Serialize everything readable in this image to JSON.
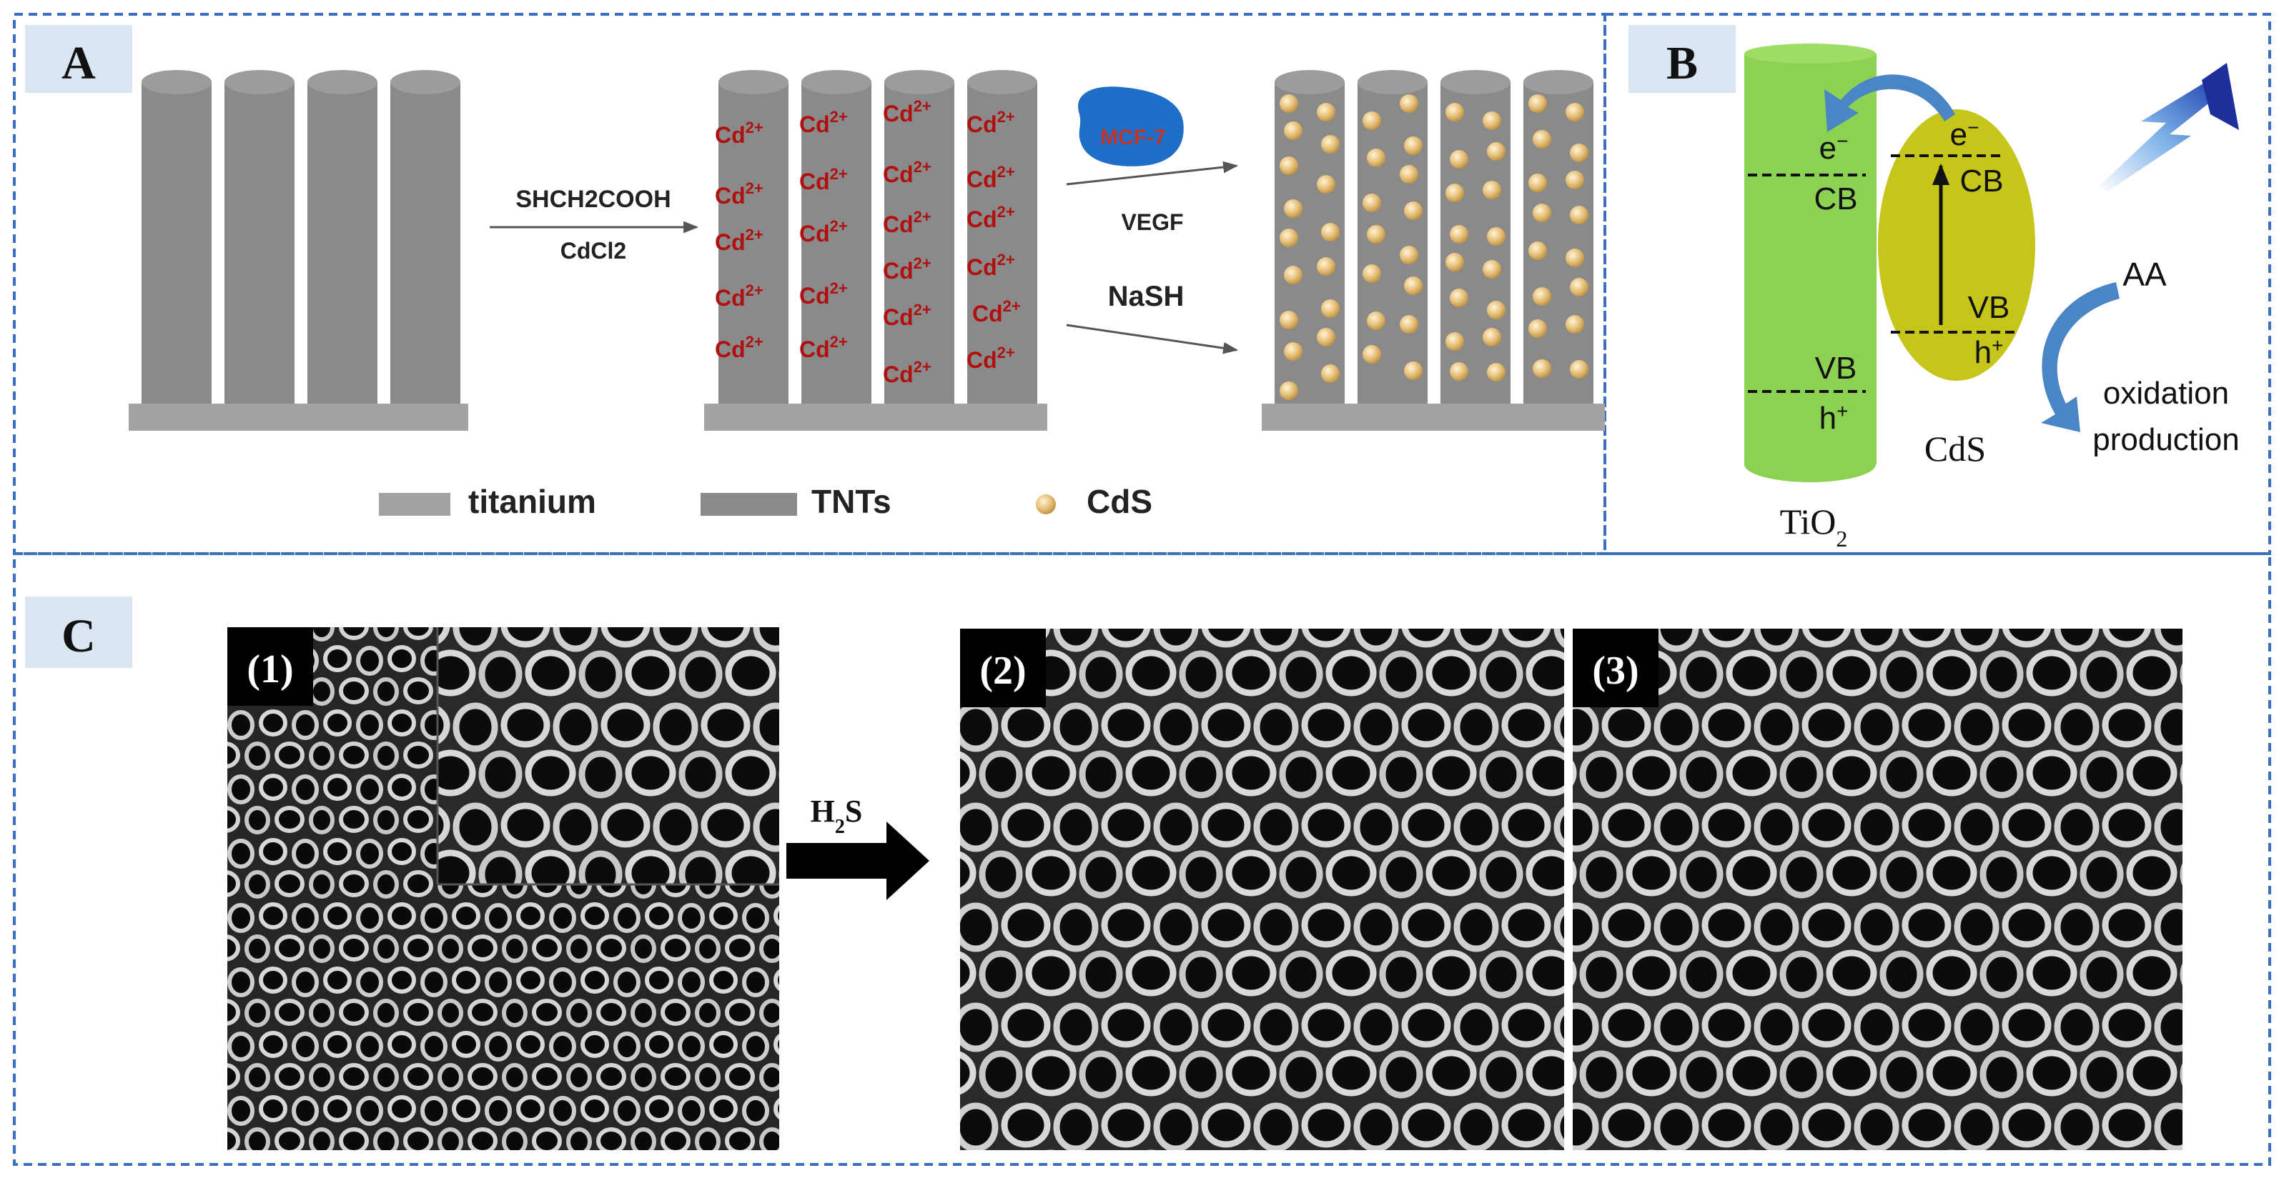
{
  "panels": {
    "a": {
      "label": "A",
      "reagents_top": "SHCH2COOH",
      "reagents_bottom": "CdCl2",
      "cd_ion": "Cd",
      "cd_charge": "2+",
      "cell_label": "MCF-7",
      "vegf": "VEGF",
      "nash": "NaSH",
      "legend": [
        {
          "label": "titanium",
          "symbol": "titanium-bar"
        },
        {
          "label": "TNTs",
          "symbol": "tnt-bar"
        },
        {
          "label": "CdS",
          "symbol": "cds-particle"
        }
      ]
    },
    "b": {
      "label": "B",
      "tio2_e": "e",
      "tio2_cb": "CB",
      "tio2_vb": "VB",
      "tio2_h": "h",
      "cds_e": "e",
      "cds_cb": "CB",
      "cds_vb": "VB",
      "cds_h": "h",
      "minus": "−",
      "plus": "+",
      "cds_name": "CdS",
      "tio2_name_main": "TiO",
      "tio2_name_sub": "2",
      "aa": "AA",
      "oxidation_line1": "oxidation",
      "oxidation_line2": "production"
    },
    "c": {
      "label": "C",
      "img1": "(1)",
      "img2": "(2)",
      "img3": "(3)",
      "arrow_main": "H",
      "arrow_sub": "2",
      "arrow_tail": "S"
    }
  },
  "colors": {
    "border": "#3b6fbf",
    "label_bg": "#d9e5f1",
    "tube": "#8a8a8a",
    "substrate": "#a3a3a3",
    "cd_text": "#b01010",
    "cds_particle": "#e8c27a",
    "tio2": "#8cd152",
    "cds": "#c5c51a",
    "arrow_blue": "#4a86c6",
    "mcf7": "#1f6fc9"
  }
}
